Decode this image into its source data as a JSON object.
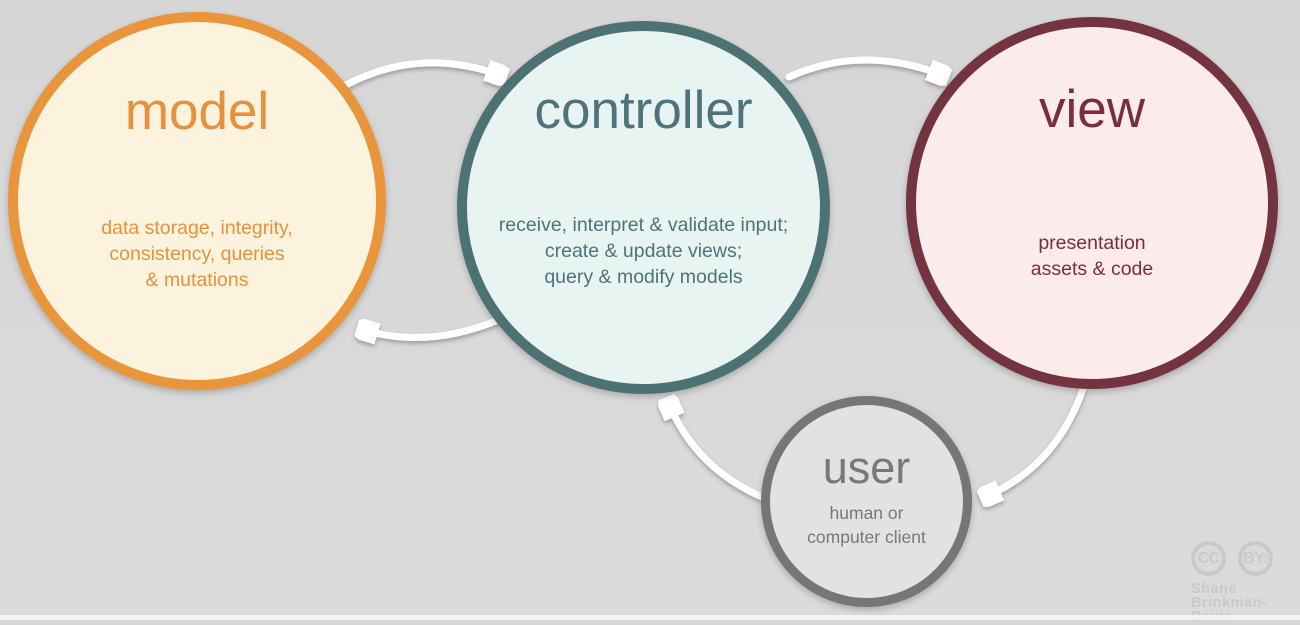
{
  "diagram": {
    "background_color": "#d7d7d7",
    "arrow_color": "#ffffff"
  },
  "nodes": {
    "model": {
      "title": "model",
      "description_lines": [
        "data storage, integrity,",
        "consistency, queries",
        "& mutations"
      ],
      "colors": {
        "border": "#e9953c",
        "fill": "#fcf3de",
        "text": "#e8913c"
      }
    },
    "controller": {
      "title": "controller",
      "description_lines": [
        "receive, interpret & validate input;",
        "create & update views;",
        "query & modify models"
      ],
      "colors": {
        "border": "#4c7273",
        "fill": "#e7f4f1",
        "text": "#4e737b"
      }
    },
    "view": {
      "title": "view",
      "description_lines": [
        "presentation",
        "assets & code"
      ],
      "colors": {
        "border": "#733440",
        "fill": "#fbebed",
        "text": "#7a2e3d"
      }
    },
    "user": {
      "title": "user",
      "description_lines": [
        "human or",
        "computer client"
      ],
      "colors": {
        "border": "#767676",
        "fill": "#e2e2e2",
        "text": "#787878"
      }
    }
  },
  "edges": [
    {
      "from": "model",
      "to": "controller"
    },
    {
      "from": "controller",
      "to": "view"
    },
    {
      "from": "controller",
      "to": "model"
    },
    {
      "from": "view",
      "to": "user"
    },
    {
      "from": "user",
      "to": "controller"
    }
  ],
  "attribution": {
    "cc_label": "CC",
    "by_label": "BY:",
    "author_lines": [
      "Shane",
      "Brinkman-Davis"
    ],
    "color": "#c9c9c9"
  }
}
